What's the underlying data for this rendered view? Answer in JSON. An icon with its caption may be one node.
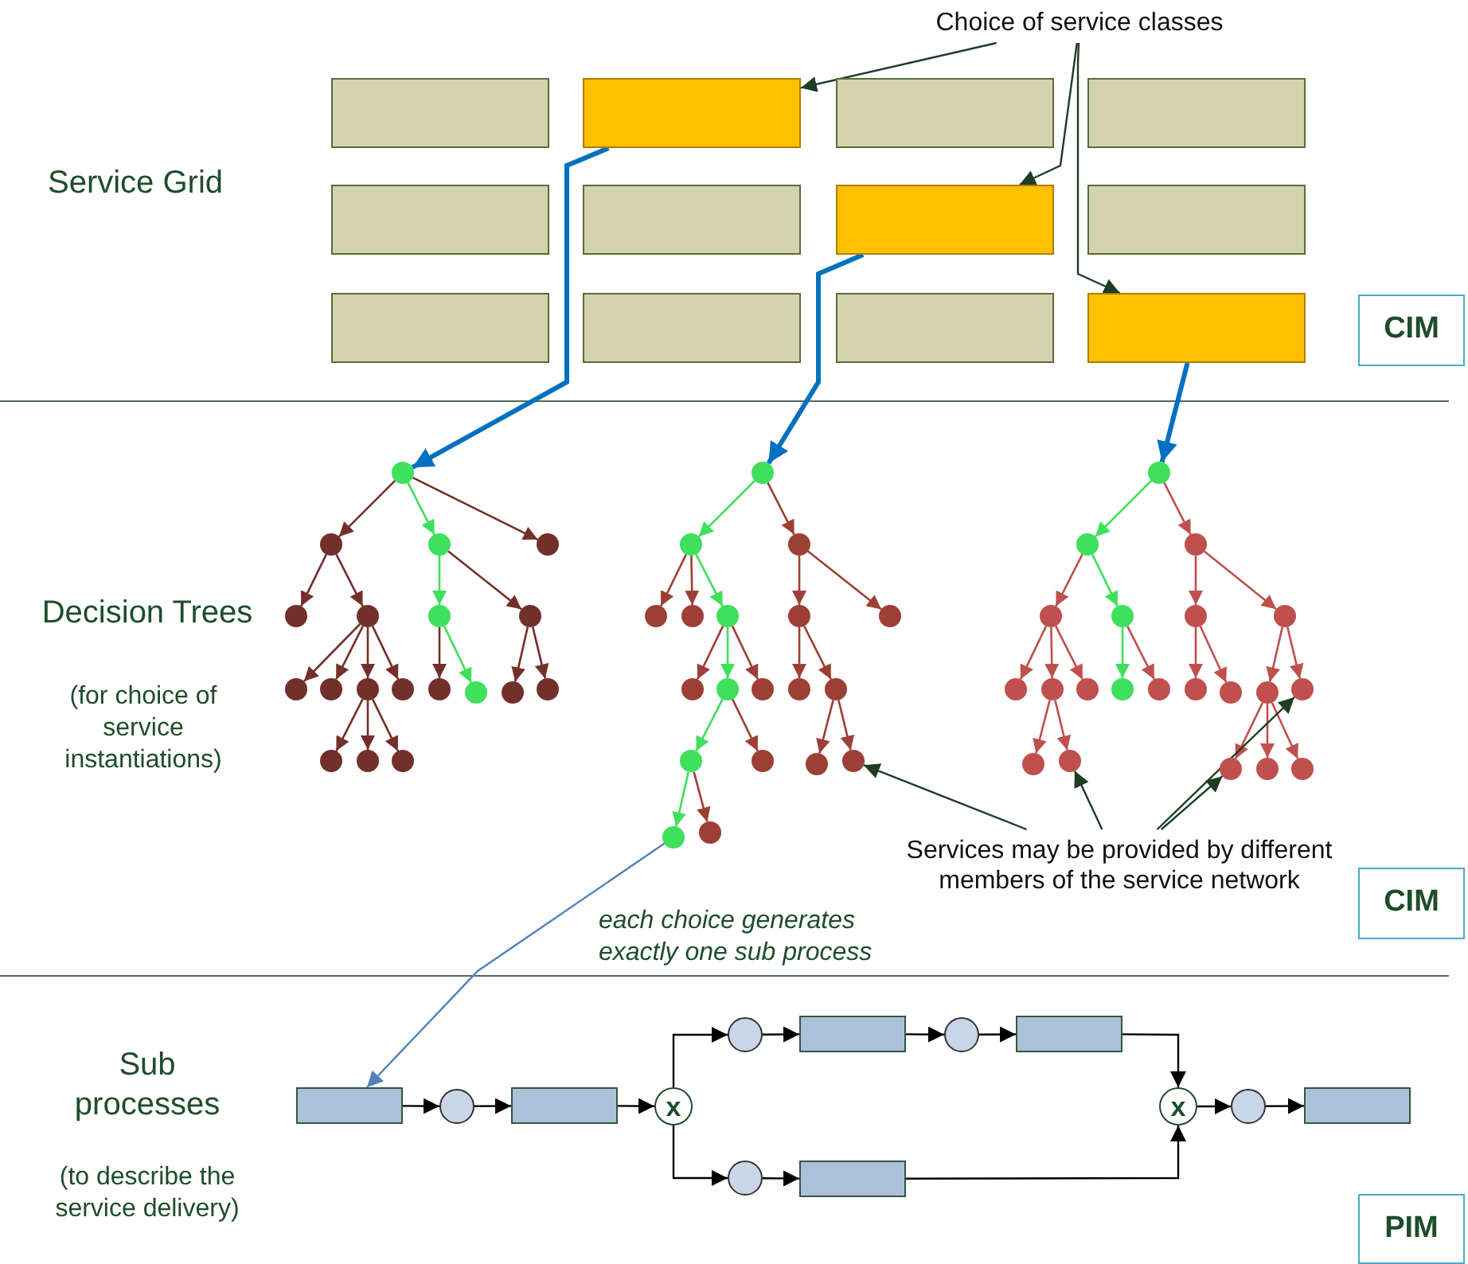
{
  "diagram": {
    "nodes": [
      {
        "text": [
          "Choice of service classes"
        ]
      },
      {
        "text": [],
        "shape": "box"
      },
      {
        "text": [],
        "shape": "box"
      },
      {
        "text": [],
        "shape": "box"
      },
      {
        "text": [],
        "shape": "box"
      },
      {
        "text": [],
        "shape": "box"
      },
      {
        "text": [],
        "shape": "box"
      },
      {
        "text": [],
        "shape": "box"
      },
      {
        "text": [],
        "shape": "box"
      },
      {
        "text": [],
        "shape": "box"
      },
      {
        "text": [],
        "shape": "box"
      },
      {
        "text": [],
        "shape": "box"
      },
      {
        "text": [],
        "shape": "box"
      },
      {
        "text": [
          "CIM"
        ]
      },
      {
        "text": [],
        "shape": "circle"
      },
      {
        "text": [],
        "shape": "circle"
      },
      {
        "text": [],
        "shape": "circle"
      },
      {
        "text": [],
        "shape": "circle"
      },
      {
        "text": [],
        "shape": "circle"
      },
      {
        "text": [],
        "shape": "circle"
      },
      {
        "text": [],
        "shape": "circle"
      },
      {
        "text": [],
        "shape": "circle"
      },
      {
        "text": [],
        "shape": "circle"
      },
      {
        "text": [],
        "shape": "circle"
      },
      {
        "text": [],
        "shape": "circle"
      },
      {
        "text": [],
        "shape": "circle"
      },
      {
        "text": [],
        "shape": "circle"
      },
      {
        "text": [],
        "shape": "circle"
      },
      {
        "text": [],
        "shape": "circle"
      },
      {
        "text": [],
        "shape": "circle"
      },
      {
        "text": [],
        "shape": "circle"
      },
      {
        "text": [],
        "shape": "circle"
      },
      {
        "text": [],
        "shape": "circle"
      },
      {
        "text": [],
        "shape": "circle"
      },
      {
        "text": [],
        "shape": "circle"
      },
      {
        "text": [],
        "shape": "circle"
      },
      {
        "text": [],
        "shape": "circle"
      },
      {
        "text": [],
        "shape": "circle"
      },
      {
        "text": [],
        "shape": "circle"
      },
      {
        "text": [],
        "shape": "circle"
      },
      {
        "text": [],
        "shape": "circle"
      },
      {
        "text": [],
        "shape": "circle"
      },
      {
        "text": [],
        "shape": "circle"
      },
      {
        "text": [],
        "shape": "circle"
      },
      {
        "text": [],
        "shape": "circle"
      },
      {
        "text": [],
        "shape": "circle"
      },
      {
        "text": [],
        "shape": "circle"
      },
      {
        "text": [],
        "shape": "circle"
      },
      {
        "text": [],
        "shape": "circle"
      },
      {
        "text": [],
        "shape": "circle"
      },
      {
        "text": [],
        "shape": "circle"
      },
      {
        "text": [],
        "shape": "circle"
      },
      {
        "text": [],
        "shape": "circle"
      },
      {
        "text": [],
        "shape": "circle"
      },
      {
        "text": [],
        "shape": "circle"
      },
      {
        "text": [],
        "shape": "circle"
      },
      {
        "text": [],
        "shape": "circle"
      },
      {
        "text": [],
        "shape": "circle"
      },
      {
        "text": [],
        "shape": "circle"
      },
      {
        "text": [],
        "shape": "circle"
      },
      {
        "text": [],
        "shape": "circle"
      },
      {
        "text": [],
        "shape": "circle"
      },
      {
        "text": [],
        "shape": "circle"
      },
      {
        "text": [],
        "shape": "circle"
      },
      {
        "text": [],
        "shape": "circle"
      },
      {
        "text": [],
        "shape": "circle"
      },
      {
        "text": [],
        "shape": "circle"
      },
      {
        "text": [],
        "shape": "circle"
      },
      {
        "text": [],
        "shape": "circle"
      },
      {
        "text": [],
        "shape": "circle"
      },
      {
        "text": [],
        "shape": "circle"
      },
      {
        "text": [],
        "shape": "circle"
      },
      {
        "text": [],
        "shape": "circle"
      },
      {
        "text": [
          "Services may be provided by different members of the service network"
        ]
      },
      {
        "text": [
          "CIM"
        ]
      },
      {
        "text": [],
        "shape": "box"
      },
      {
        "text": [],
        "shape": "circle"
      },
      {
        "text": [],
        "shape": "box"
      },
      {
        "text": [
          "x"
        ]
      },
      {
        "text": [],
        "shape": "circle"
      },
      {
        "text": [],
        "shape": "box"
      },
      {
        "text": [],
        "shape": "circle"
      },
      {
        "text": [],
        "shape": "box"
      },
      {
        "text": [],
        "shape": "circle"
      },
      {
        "text": [],
        "shape": "box"
      },
      {
        "text": [
          "x"
        ]
      },
      {
        "text": [],
        "shape": "circle"
      },
      {
        "text": [],
        "shape": "box"
      },
      {
        "text": [
          "PIM"
        ]
      }
    ],
    "edges": [
      {
        "from": 0,
        "to": 2,
        "arrow": "to",
        "color": "#1d3d24"
      },
      {
        "from": 0,
        "to": 7,
        "arrow": "to",
        "color": "#1d3d24"
      },
      {
        "from": 0,
        "to": 12,
        "arrow": "to",
        "color": "#1d3d24"
      },
      {
        "from": 2,
        "to": 14,
        "arrow": "to",
        "style": "thick",
        "color": "#0070c0"
      },
      {
        "from": 7,
        "to": 33,
        "arrow": "to",
        "style": "thick",
        "color": "#0070c0"
      },
      {
        "from": 12,
        "to": 52,
        "arrow": "to",
        "style": "thick",
        "color": "#0070c0"
      },
      {
        "from": 14,
        "to": 15,
        "arrow": "to",
        "color": "#73302a"
      },
      {
        "from": 14,
        "to": 16,
        "arrow": "to",
        "color": "#3ee05c"
      },
      {
        "from": 14,
        "to": 17,
        "arrow": "to",
        "color": "#73302a"
      },
      {
        "from": 15,
        "to": 18,
        "arrow": "to",
        "color": "#73302a"
      },
      {
        "from": 15,
        "to": 19,
        "arrow": "to",
        "color": "#73302a"
      },
      {
        "from": 16,
        "to": 20,
        "arrow": "to",
        "color": "#3ee05c"
      },
      {
        "from": 16,
        "to": 21,
        "arrow": "to",
        "color": "#73302a"
      },
      {
        "from": 19,
        "to": 22,
        "arrow": "to",
        "color": "#73302a"
      },
      {
        "from": 19,
        "to": 23,
        "arrow": "to",
        "color": "#73302a"
      },
      {
        "from": 19,
        "to": 24,
        "arrow": "to",
        "color": "#73302a"
      },
      {
        "from": 19,
        "to": 25,
        "arrow": "to",
        "color": "#73302a"
      },
      {
        "from": 20,
        "to": 26,
        "arrow": "to",
        "color": "#73302a"
      },
      {
        "from": 20,
        "to": 27,
        "arrow": "to",
        "color": "#3ee05c"
      },
      {
        "from": 21,
        "to": 28,
        "arrow": "to",
        "color": "#73302a"
      },
      {
        "from": 21,
        "to": 29,
        "arrow": "to",
        "color": "#73302a"
      },
      {
        "from": 24,
        "to": 30,
        "arrow": "to",
        "color": "#73302a"
      },
      {
        "from": 24,
        "to": 31,
        "arrow": "to",
        "color": "#73302a"
      },
      {
        "from": 24,
        "to": 32,
        "arrow": "to",
        "color": "#73302a"
      },
      {
        "from": 33,
        "to": 34,
        "arrow": "to",
        "color": "#3ee05c"
      },
      {
        "from": 33,
        "to": 35,
        "arrow": "to",
        "color": "#9e3f35"
      },
      {
        "from": 34,
        "to": 36,
        "arrow": "to",
        "color": "#9e3f35"
      },
      {
        "from": 34,
        "to": 37,
        "arrow": "to",
        "color": "#9e3f35"
      },
      {
        "from": 34,
        "to": 38,
        "arrow": "to",
        "color": "#3ee05c"
      },
      {
        "from": 35,
        "to": 39,
        "arrow": "to",
        "color": "#9e3f35"
      },
      {
        "from": 35,
        "to": 40,
        "arrow": "to",
        "color": "#9e3f35"
      },
      {
        "from": 38,
        "to": 41,
        "arrow": "to",
        "color": "#9e3f35"
      },
      {
        "from": 38,
        "to": 42,
        "arrow": "to",
        "color": "#3ee05c"
      },
      {
        "from": 38,
        "to": 43,
        "arrow": "to",
        "color": "#9e3f35"
      },
      {
        "from": 39,
        "to": 44,
        "arrow": "to",
        "color": "#9e3f35"
      },
      {
        "from": 39,
        "to": 45,
        "arrow": "to",
        "color": "#9e3f35"
      },
      {
        "from": 42,
        "to": 46,
        "arrow": "to",
        "color": "#3ee05c"
      },
      {
        "from": 42,
        "to": 47,
        "arrow": "to",
        "color": "#9e3f35"
      },
      {
        "from": 45,
        "to": 48,
        "arrow": "to",
        "color": "#9e3f35"
      },
      {
        "from": 45,
        "to": 49,
        "arrow": "to",
        "color": "#9e3f35"
      },
      {
        "from": 46,
        "to": 50,
        "arrow": "to",
        "color": "#3ee05c"
      },
      {
        "from": 46,
        "to": 51,
        "arrow": "to",
        "color": "#9e3f35"
      },
      {
        "from": 52,
        "to": 53,
        "arrow": "to",
        "color": "#3ee05c"
      },
      {
        "from": 52,
        "to": 54,
        "arrow": "to",
        "color": "#c0504d"
      },
      {
        "from": 53,
        "to": 55,
        "arrow": "to",
        "color": "#c0504d"
      },
      {
        "from": 53,
        "to": 56,
        "arrow": "to",
        "color": "#3ee05c"
      },
      {
        "from": 54,
        "to": 57,
        "arrow": "to",
        "color": "#c0504d"
      },
      {
        "from": 54,
        "to": 58,
        "arrow": "to",
        "color": "#c0504d"
      },
      {
        "from": 55,
        "to": 59,
        "arrow": "to",
        "color": "#c0504d"
      },
      {
        "from": 55,
        "to": 60,
        "arrow": "to",
        "color": "#c0504d"
      },
      {
        "from": 55,
        "to": 61,
        "arrow": "to",
        "color": "#c0504d"
      },
      {
        "from": 56,
        "to": 62,
        "arrow": "to",
        "color": "#3ee05c"
      },
      {
        "from": 56,
        "to": 63,
        "arrow": "to",
        "color": "#c0504d"
      },
      {
        "from": 57,
        "to": 64,
        "arrow": "to",
        "color": "#c0504d"
      },
      {
        "from": 57,
        "to": 65,
        "arrow": "to",
        "color": "#c0504d"
      },
      {
        "from": 58,
        "to": 66,
        "arrow": "to",
        "color": "#c0504d"
      },
      {
        "from": 58,
        "to": 67,
        "arrow": "to",
        "color": "#c0504d"
      },
      {
        "from": 60,
        "to": 68,
        "arrow": "to",
        "color": "#c0504d"
      },
      {
        "from": 60,
        "to": 69,
        "arrow": "to",
        "color": "#c0504d"
      },
      {
        "from": 66,
        "to": 70,
        "arrow": "to",
        "color": "#c0504d"
      },
      {
        "from": 66,
        "to": 71,
        "arrow": "to",
        "color": "#c0504d"
      },
      {
        "from": 66,
        "to": 72,
        "arrow": "to",
        "color": "#c0504d"
      },
      {
        "from": 50,
        "to": 75,
        "arrow": "to",
        "color": "#4f81bd"
      },
      {
        "from": 73,
        "to": 49,
        "arrow": "to",
        "color": "#1d3d24"
      },
      {
        "from": 73,
        "to": 69,
        "arrow": "to",
        "color": "#1d3d24"
      },
      {
        "from": 73,
        "to": 70,
        "arrow": "to",
        "color": "#1d3d24"
      },
      {
        "from": 73,
        "to": 67,
        "arrow": "to",
        "color": "#1d3d24"
      },
      {
        "from": 75,
        "to": 76,
        "arrow": "to",
        "color": "#000000"
      },
      {
        "from": 76,
        "to": 77,
        "arrow": "to",
        "color": "#000000"
      },
      {
        "from": 77,
        "to": 78,
        "arrow": "to",
        "color": "#000000"
      },
      {
        "from": 78,
        "to": 79,
        "arrow": "to",
        "color": "#000000"
      },
      {
        "from": 79,
        "to": 80,
        "arrow": "to",
        "color": "#000000"
      },
      {
        "from": 80,
        "to": 81,
        "arrow": "to",
        "color": "#000000"
      },
      {
        "from": 81,
        "to": 82,
        "arrow": "to",
        "color": "#000000"
      },
      {
        "from": 82,
        "to": 85,
        "arrow": "to",
        "color": "#000000"
      },
      {
        "from": 78,
        "to": 83,
        "arrow": "to",
        "color": "#000000"
      },
      {
        "from": 83,
        "to": 84,
        "arrow": "to",
        "color": "#000000"
      },
      {
        "from": 84,
        "to": 85,
        "arrow": "to",
        "color": "#000000"
      },
      {
        "from": 85,
        "to": 86,
        "arrow": "to",
        "color": "#000000"
      },
      {
        "from": 86,
        "to": 87,
        "arrow": "to",
        "color": "#000000"
      }
    ],
    "labels": [
      "Service Grid",
      "Decision Trees",
      "(for choice of service instantiations)",
      "each choice generates exactly one sub process",
      "Sub processes",
      "(to describe the service delivery)"
    ]
  }
}
